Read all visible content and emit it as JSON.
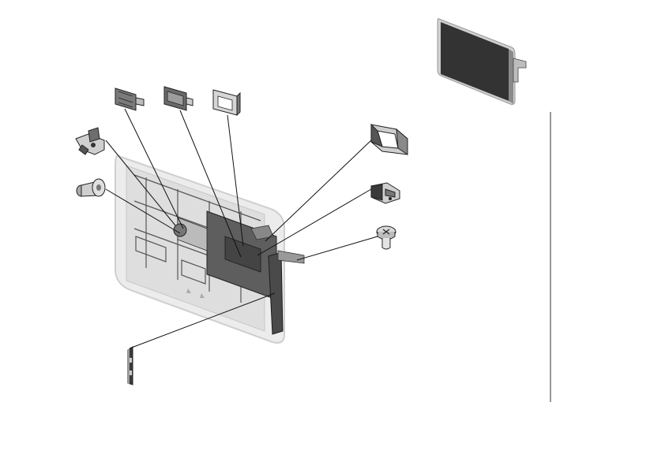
{
  "diagram": {
    "type": "exploded-parts-view",
    "colors": {
      "background": "#ffffff",
      "housing": "#e6e6e6",
      "board": "#5a5a5a",
      "board_dark": "#3c3c3c",
      "part_light": "#d0d0d0",
      "part_mid": "#8a8a8a",
      "part_dark": "#2a2a2a",
      "screen": "#333333",
      "leader": "#111111"
    },
    "parts": [
      {
        "name": "bracket-clip"
      },
      {
        "name": "bracket-plate-left"
      },
      {
        "name": "bracket-plate-middle"
      },
      {
        "name": "bracket-frame"
      },
      {
        "name": "rubber-foot"
      },
      {
        "name": "square-bezel"
      },
      {
        "name": "connector-module"
      },
      {
        "name": "screw"
      },
      {
        "name": "side-strip"
      },
      {
        "name": "main-housing-with-board"
      },
      {
        "name": "display-panel"
      }
    ]
  }
}
